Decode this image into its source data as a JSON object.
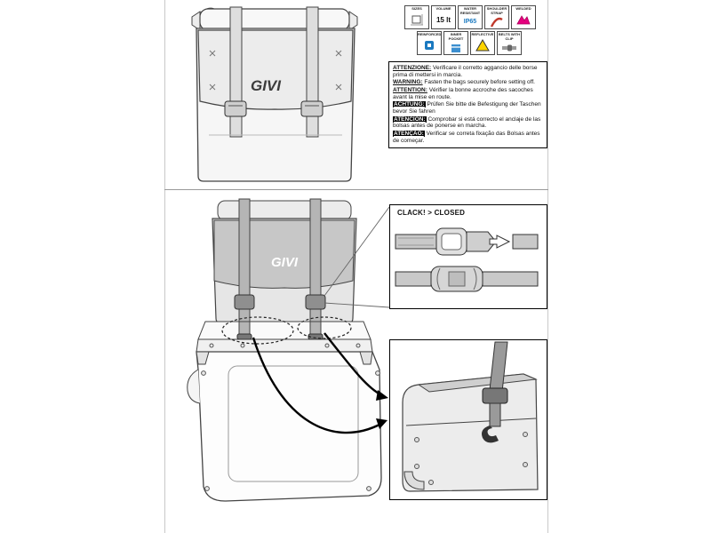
{
  "brand": {
    "logo": "GIVI"
  },
  "badges": {
    "row1": [
      {
        "label": "SIZES",
        "value": ""
      },
      {
        "label": "VOLUME",
        "value": "15 lt"
      },
      {
        "label": "WATER RESISTANT",
        "value": "IP65"
      },
      {
        "label": "SHOULDER STRAP",
        "value": ""
      },
      {
        "label": "WELDED",
        "value": ""
      }
    ],
    "row2": [
      {
        "label": "REINFORCED",
        "value": ""
      },
      {
        "label": "INNER POCKET",
        "value": ""
      },
      {
        "label": "REFLECTIVE",
        "value": ""
      },
      {
        "label": "BELTS WITH CLIP",
        "value": ""
      }
    ]
  },
  "warnings": {
    "items": [
      {
        "lead": "ATTENZIONE:",
        "text": "Verificare il corretto aggancio delle borse prima di mettersi in marcia."
      },
      {
        "lead": "WARNING:",
        "text": "Fasten the bags securely before setting off."
      },
      {
        "lead": "ATTENTION:",
        "text": "Vérifier la bonne accroche des sacoches avant la mise en route."
      },
      {
        "lead": "ACHTUNG:",
        "text": "Prüfen Sie bitte die Befestigung der Taschen bevor Sie fahren"
      },
      {
        "lead": "ATENCIÓN:",
        "text": "Comprobar si está correcto el anclaje de las bolsas antes de ponerse en marcha."
      },
      {
        "lead": "ATENÇÃO:",
        "text": "Verificar se correta fixação das Bolsas antes de começar."
      }
    ]
  },
  "detail_boxes": {
    "buckle": {
      "title": "CLACK! > CLOSED"
    }
  },
  "colors": {
    "water_blue": "#1a79c0",
    "welded_pink": "#e6007e",
    "reflective_yellow": "#ffd400",
    "line_gray": "#444444"
  }
}
